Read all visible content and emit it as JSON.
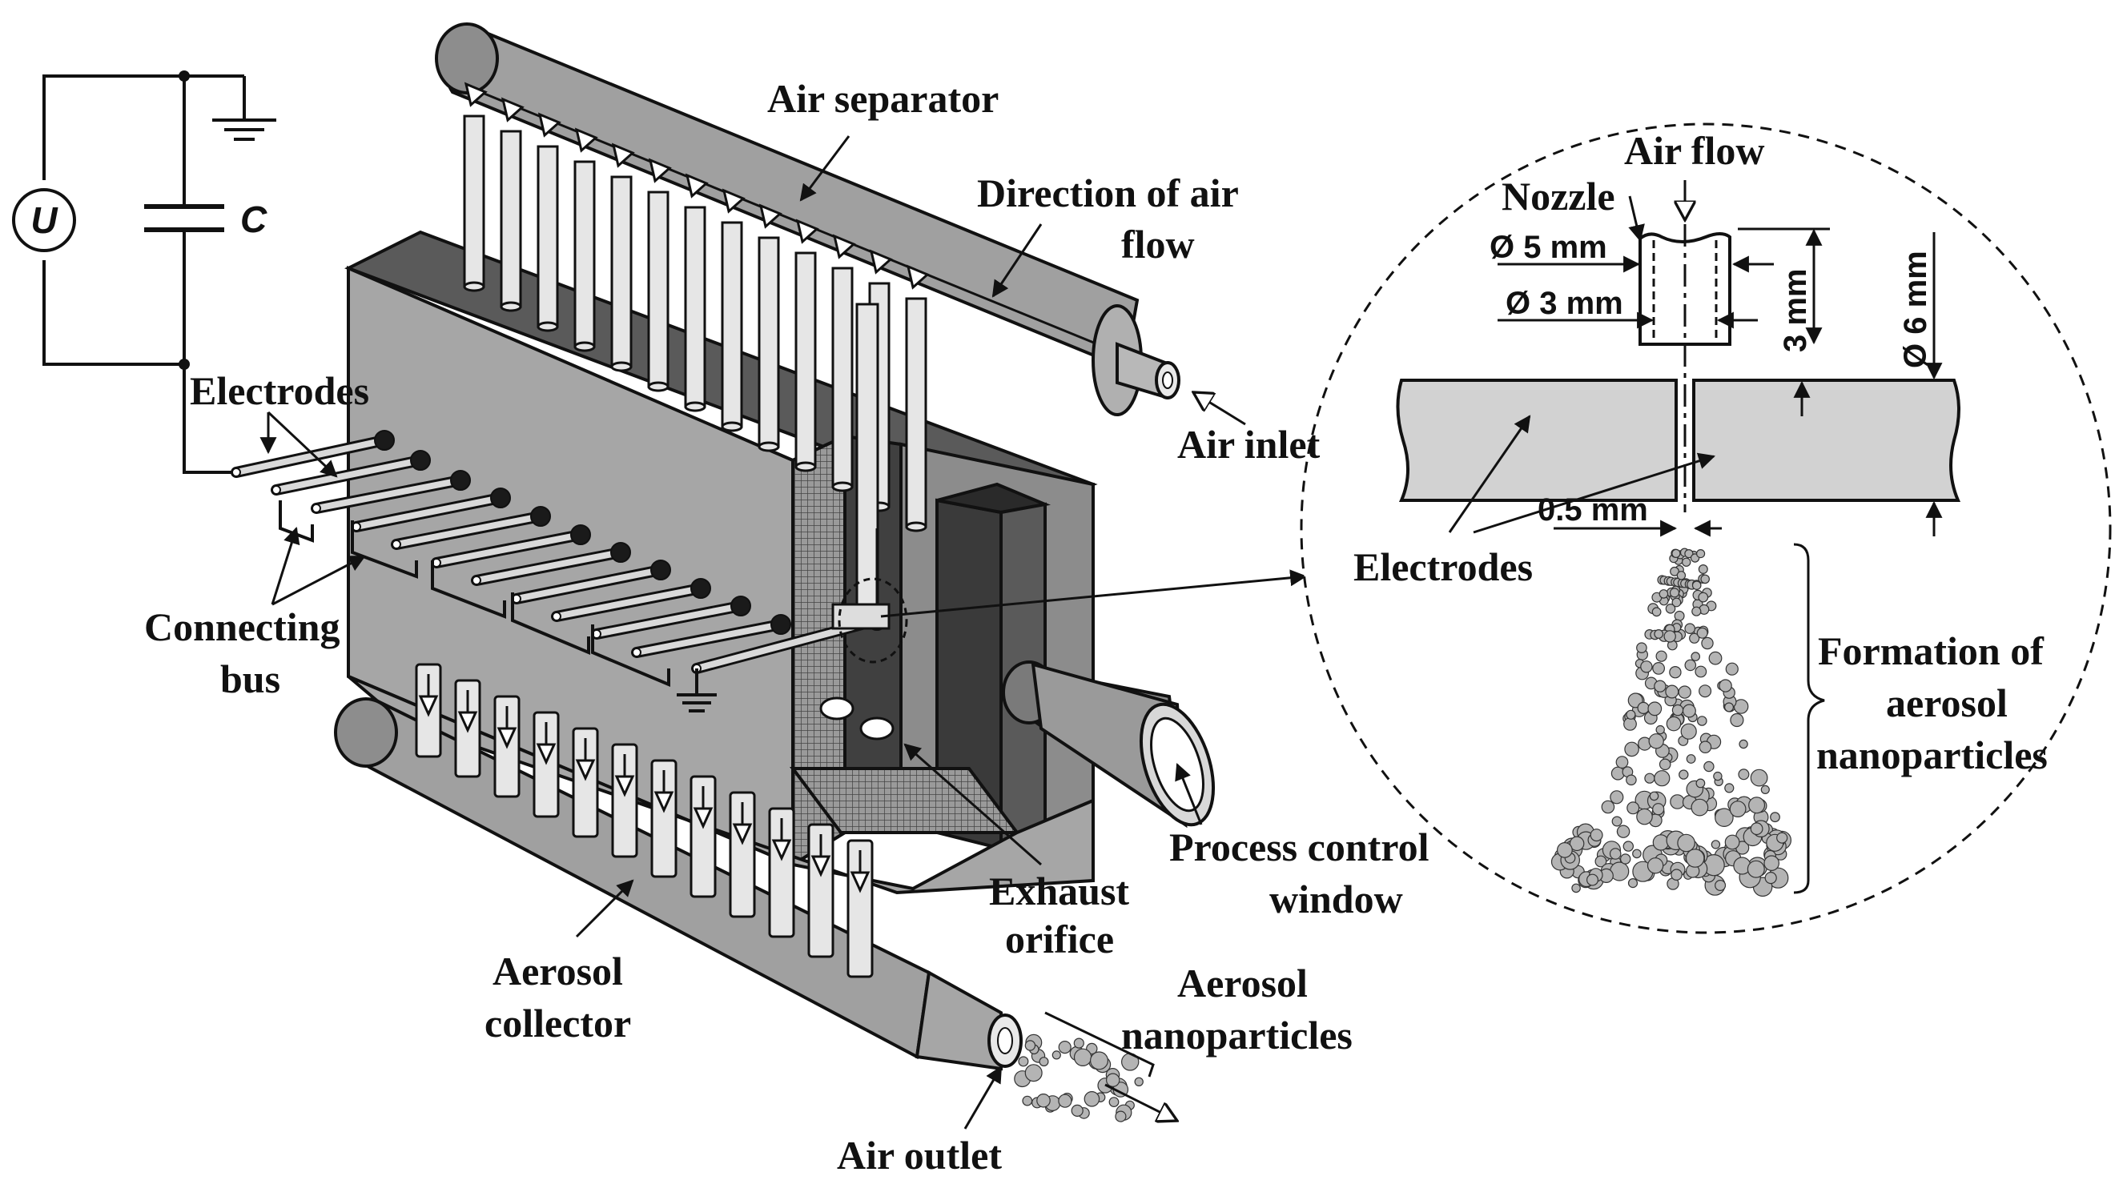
{
  "colors": {
    "body_light": "#a6a6a6",
    "body_mid": "#8c8c8c",
    "body_dark": "#5a5a5a",
    "body_darkest": "#3c3c3c",
    "tube": "#e6e6e6",
    "electrode_plate": "#d2d2d2",
    "particle": "#b4b4b4"
  },
  "circuit": {
    "source_symbol": "U",
    "capacitor_symbol": "C"
  },
  "labels": {
    "air_separator": "Air separator",
    "direction_line1": "Direction of air",
    "direction_line2": "flow",
    "air_inlet": "Air inlet",
    "electrodes_main": "Electrodes",
    "connecting_line1": "Connecting",
    "connecting_line2": "bus",
    "exhaust_line1": "Exhaust",
    "exhaust_line2": "orifice",
    "process_line1": "Process control",
    "process_line2": "window",
    "aerosol_collector_line1": "Aerosol",
    "aerosol_collector_line2": "collector",
    "aerosol_np_line1": "Aerosol",
    "aerosol_np_line2": "nanoparticles",
    "air_outlet": "Air outlet"
  },
  "detail": {
    "air_flow": "Air flow",
    "nozzle": "Nozzle",
    "d5": "Ø 5 mm",
    "d3": "Ø 3 mm",
    "h3": "3 mm",
    "d6": "Ø 6 mm",
    "gap": "0.5 mm",
    "electrodes": "Electrodes",
    "formation_line1": "Formation of",
    "formation_line2": "aerosol",
    "formation_line3": "nanoparticles"
  }
}
